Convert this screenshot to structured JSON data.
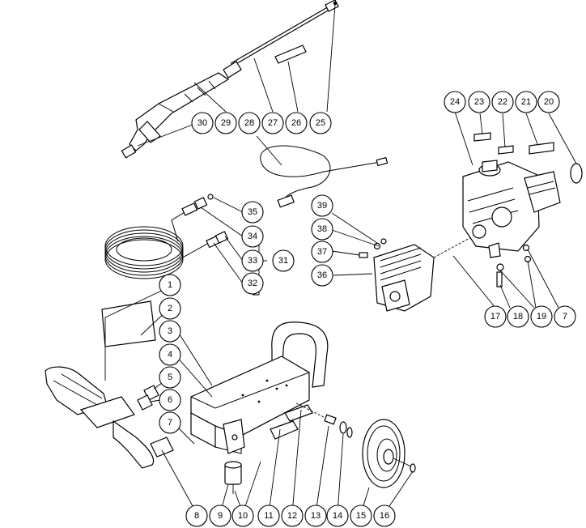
{
  "callouts": [
    {
      "id": "c1",
      "label": "1"
    },
    {
      "id": "c2",
      "label": "2"
    },
    {
      "id": "c3",
      "label": "3"
    },
    {
      "id": "c4",
      "label": "4"
    },
    {
      "id": "c5",
      "label": "5"
    },
    {
      "id": "c6",
      "label": "6"
    },
    {
      "id": "c7a",
      "label": "7"
    },
    {
      "id": "c7b",
      "label": "7"
    },
    {
      "id": "c8",
      "label": "8"
    },
    {
      "id": "c9",
      "label": "9"
    },
    {
      "id": "c10",
      "label": "10"
    },
    {
      "id": "c11",
      "label": "11"
    },
    {
      "id": "c12",
      "label": "12"
    },
    {
      "id": "c13",
      "label": "13"
    },
    {
      "id": "c14",
      "label": "14"
    },
    {
      "id": "c15",
      "label": "15"
    },
    {
      "id": "c16",
      "label": "16"
    },
    {
      "id": "c17",
      "label": "17"
    },
    {
      "id": "c18",
      "label": "18"
    },
    {
      "id": "c19",
      "label": "19"
    },
    {
      "id": "c20",
      "label": "20"
    },
    {
      "id": "c21",
      "label": "21"
    },
    {
      "id": "c22",
      "label": "22"
    },
    {
      "id": "c23",
      "label": "23"
    },
    {
      "id": "c24",
      "label": "24"
    },
    {
      "id": "c25",
      "label": "25"
    },
    {
      "id": "c26",
      "label": "26"
    },
    {
      "id": "c27",
      "label": "27"
    },
    {
      "id": "c28",
      "label": "28"
    },
    {
      "id": "c29",
      "label": "29"
    },
    {
      "id": "c30",
      "label": "30"
    },
    {
      "id": "c31",
      "label": "31"
    },
    {
      "id": "c32",
      "label": "32"
    },
    {
      "id": "c33",
      "label": "33"
    },
    {
      "id": "c34",
      "label": "34"
    },
    {
      "id": "c35",
      "label": "35"
    },
    {
      "id": "c36",
      "label": "36"
    },
    {
      "id": "c37",
      "label": "37"
    },
    {
      "id": "c38",
      "label": "38"
    },
    {
      "id": "c39",
      "label": "39"
    }
  ]
}
